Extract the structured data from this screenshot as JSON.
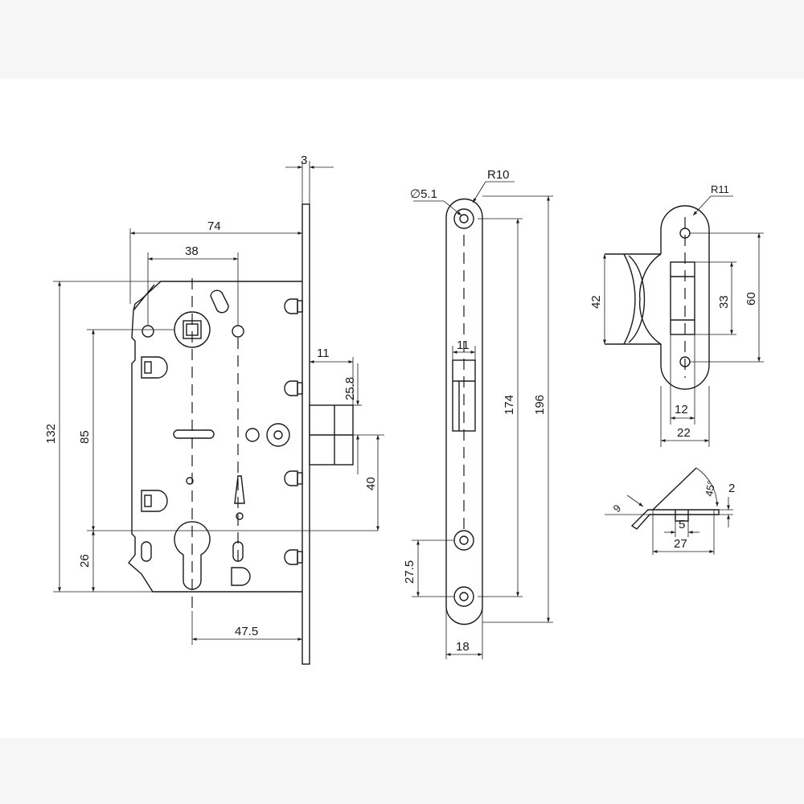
{
  "colors": {
    "background": "#ffffff",
    "band": "#f6f6f6",
    "line": "#1a1a1a"
  },
  "dimensions": {
    "faceplate_thickness": "3",
    "case_width": "74",
    "handle_to_edge": "38",
    "case_height": "132",
    "handle_to_cylinder": "85",
    "cylinder_to_bottom": "26",
    "backset": "47.5",
    "latch_projection": "11",
    "latch_height": "25.8",
    "latch_to_cylinder": "40",
    "hole_diameter": "∅5.1",
    "plate_radius": "R10",
    "latch_slot_width": "11",
    "screw_spacing": "174",
    "plate_length": "196",
    "cylinder_screw_offset": "27.5",
    "plate_width": "18",
    "strike_radius": "R11",
    "strike_lip": "42",
    "strike_opening": "33",
    "strike_screw_spacing": "60",
    "strike_opening_width": "12",
    "strike_width": "22",
    "lip_length": "9",
    "lip_angle": "45°",
    "strike_thickness": "2",
    "lip_offset": "5",
    "strike_total": "27"
  }
}
